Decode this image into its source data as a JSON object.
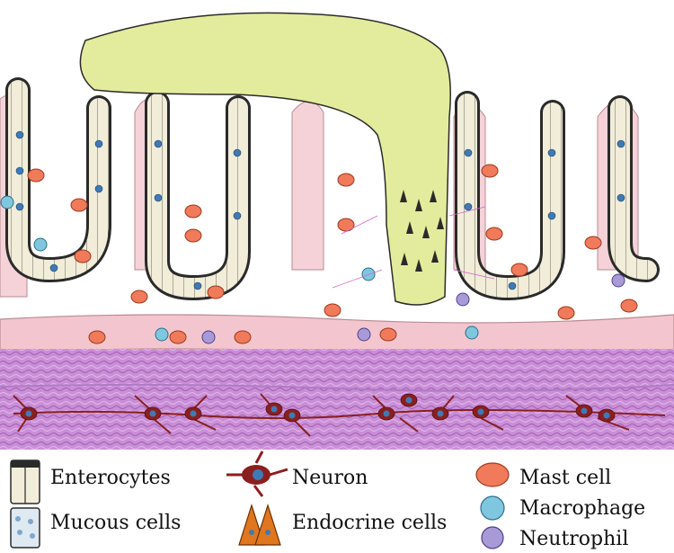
{
  "legend": {
    "enterocytes": "Enterocytes",
    "mucous_cells": "Mucous cells",
    "neuron": "Neuron",
    "endocrine_cells": "Endocrine cells",
    "mast_cell": "Mast cell",
    "macrophage": "Macrophage",
    "neutrophil": "Neutrophil"
  },
  "colors": {
    "parasite": "#e3ec9c",
    "lamina_propria": "#f3c6cf",
    "muscle": "#c98fd6",
    "epithelium": "#f1edd8",
    "mast_cell": "#f07a5a",
    "macrophage": "#7fc7de",
    "neutrophil": "#a89ad6",
    "endocrine": "#e0761d",
    "neuron": "#8a1f1f"
  }
}
